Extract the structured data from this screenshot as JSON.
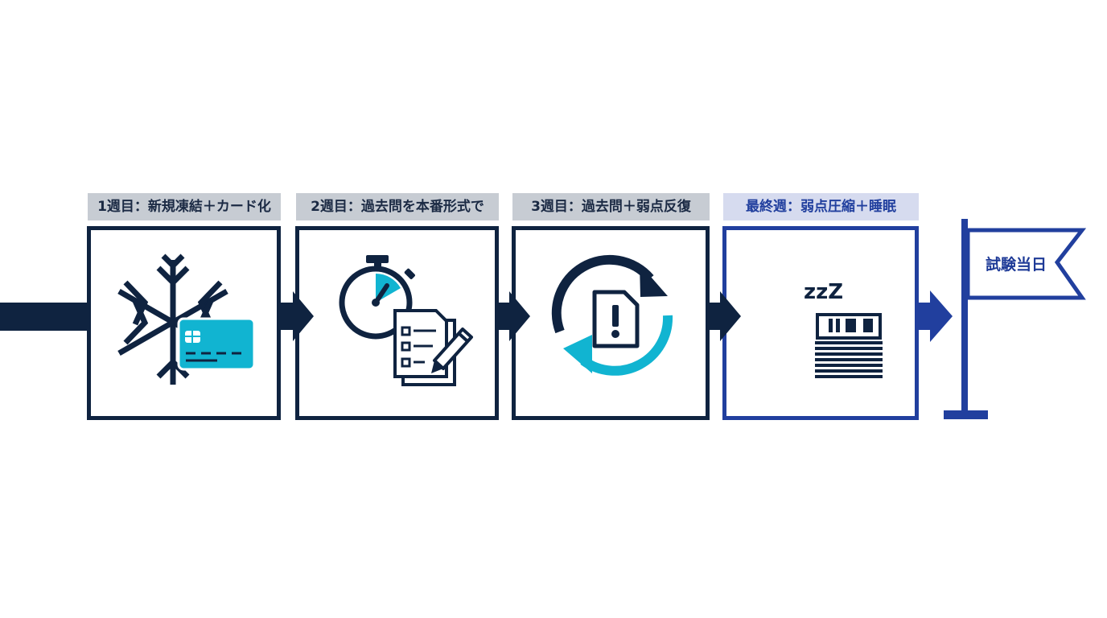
{
  "steps": [
    {
      "label": "1週目：新規凍結＋カード化",
      "icon": "snowflake-card-icon"
    },
    {
      "label": "2週目：過去問を本番形式で",
      "icon": "stopwatch-checklist-icon"
    },
    {
      "label": "3週目：過去問＋弱点反復",
      "icon": "repeat-warning-icon"
    },
    {
      "label": "最終週：弱点圧縮＋睡眠",
      "icon": "moon-sleep-notes-icon"
    }
  ],
  "goal": {
    "label": "試験当日",
    "icon": "flag-icon"
  },
  "sleep_text": "zzZ",
  "colors": {
    "navy": "#0f2340",
    "blue": "#213f9e",
    "cyan": "#11b4d1",
    "label_gray": "#c7ccd3",
    "label_blue": "#d6dbef"
  }
}
